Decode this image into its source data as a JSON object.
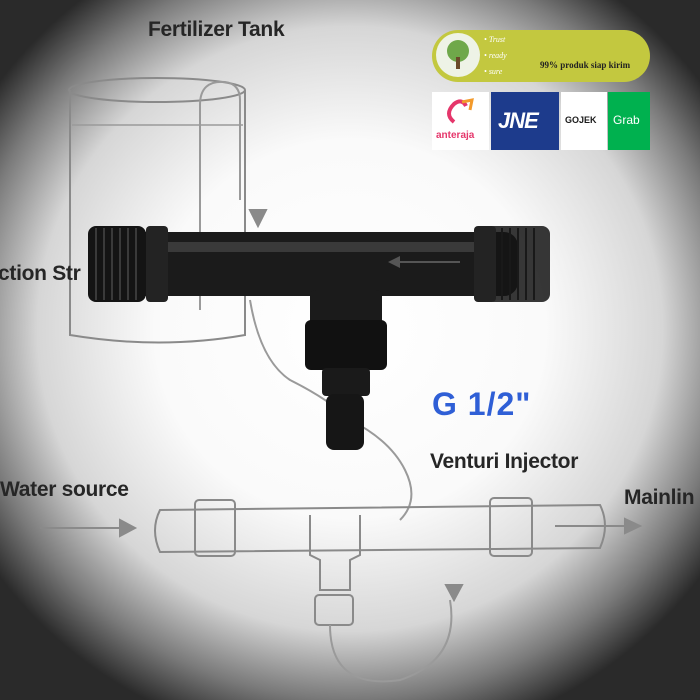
{
  "diagram_labels": {
    "title": "Fertilizer Tank",
    "suction": "ction Str",
    "water_source": "Water source",
    "venturi": "Venturi Injector",
    "mainline": "Mainlin"
  },
  "product": {
    "size": "G 1/2\"",
    "color": "#2f5fd6"
  },
  "badge": {
    "items": [
      "Trust",
      "ready",
      "sure"
    ],
    "note": "99% produk siap kirim",
    "color": "#c3c83f"
  },
  "couriers": {
    "anteraja": "anteraja",
    "jne": "JNE",
    "gojek": "GOJEK",
    "grab": "Grab"
  }
}
